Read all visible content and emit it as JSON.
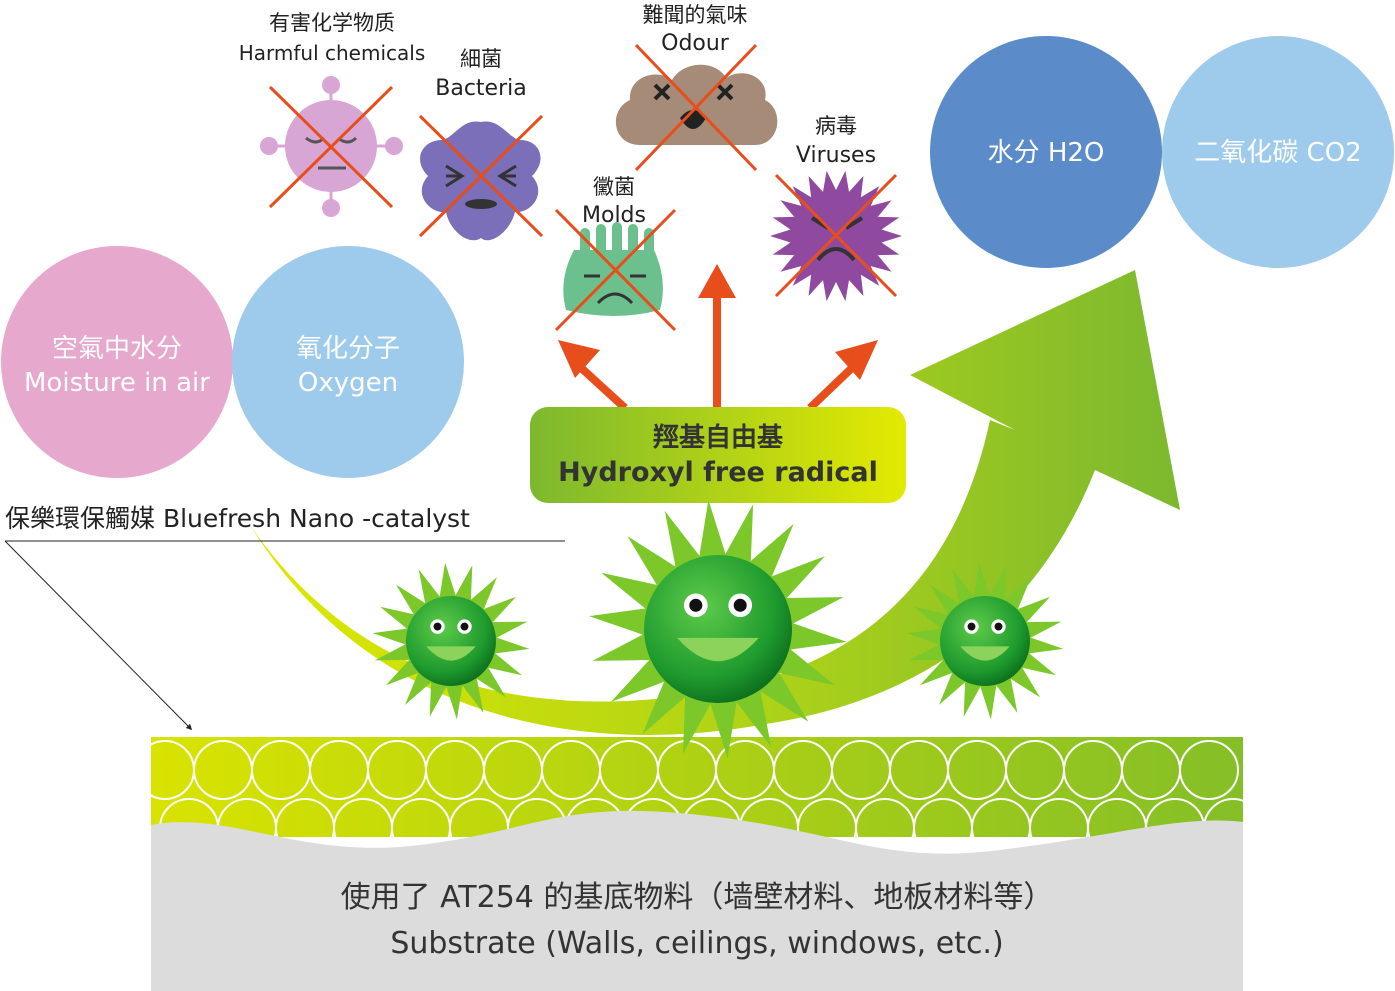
{
  "air": {
    "moisture": {
      "zh": "空氣中水分",
      "en": "Moisture in air",
      "color": "#e6a8cc"
    },
    "oxygen": {
      "zh": "氧化分子",
      "en": "Oxygen",
      "color": "#9ecbec"
    }
  },
  "outputs": {
    "water": {
      "label": "水分 H2O",
      "color": "#5b8cc9"
    },
    "co2": {
      "label": "二氧化碳 CO2",
      "color": "#9ecbec"
    }
  },
  "catalyst_label": "保樂環保觸媒 Bluefresh Nano -catalyst",
  "radical": {
    "zh": "羥基自由基",
    "en": "Hydroxyl free radical"
  },
  "targets": {
    "chemicals": {
      "zh": "有害化学物质",
      "en": "Harmful chemicals",
      "color": "#d8a6d4"
    },
    "bacteria": {
      "zh": "細菌",
      "en": "Bacteria",
      "color": "#7a6fb8"
    },
    "odour": {
      "zh": "難聞的氣味",
      "en": "Odour",
      "color": "#a58b78"
    },
    "molds": {
      "zh": "黴菌",
      "en": "Molds",
      "color": "#6cc08e"
    },
    "viruses": {
      "zh": "病毒",
      "en": "Viruses",
      "color": "#8f4aa0"
    }
  },
  "substrate": {
    "zh": "使用了 AT254 的基底物料（墙壁材料、地板材料等）",
    "en": "Substrate (Walls, ceilings, windows, etc.)"
  },
  "colors": {
    "arrow": "#e84e1b",
    "cross": "#e84e1b",
    "green_light": "#d6e400",
    "green_dark": "#7cb82f"
  }
}
